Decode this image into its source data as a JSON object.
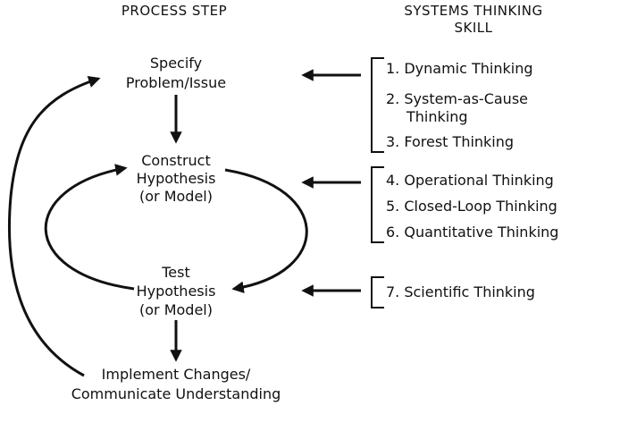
{
  "headers": {
    "process_step": "PROCESS STEP",
    "skill_line1": "SYSTEMS THINKING",
    "skill_line2": "SKILL"
  },
  "steps": {
    "specify": [
      "Specify",
      "Problem/Issue"
    ],
    "construct": [
      "Construct",
      "Hypothesis",
      "(or Model)"
    ],
    "test": [
      "Test",
      "Hypothesis",
      "(or Model)"
    ],
    "implement": [
      "Implement Changes/",
      "Communicate Understanding"
    ]
  },
  "skills": {
    "s1": "1. Dynamic Thinking",
    "s2_line1": "2. System-as-Cause",
    "s2_line2": "Thinking",
    "s3": "3. Forest Thinking",
    "s4": "4. Operational Thinking",
    "s5": "5. Closed-Loop Thinking",
    "s6": "6. Quantitative Thinking",
    "s7": "7. Scientific Thinking"
  },
  "colors": {
    "ink": "#111111",
    "background": "#ffffff"
  }
}
